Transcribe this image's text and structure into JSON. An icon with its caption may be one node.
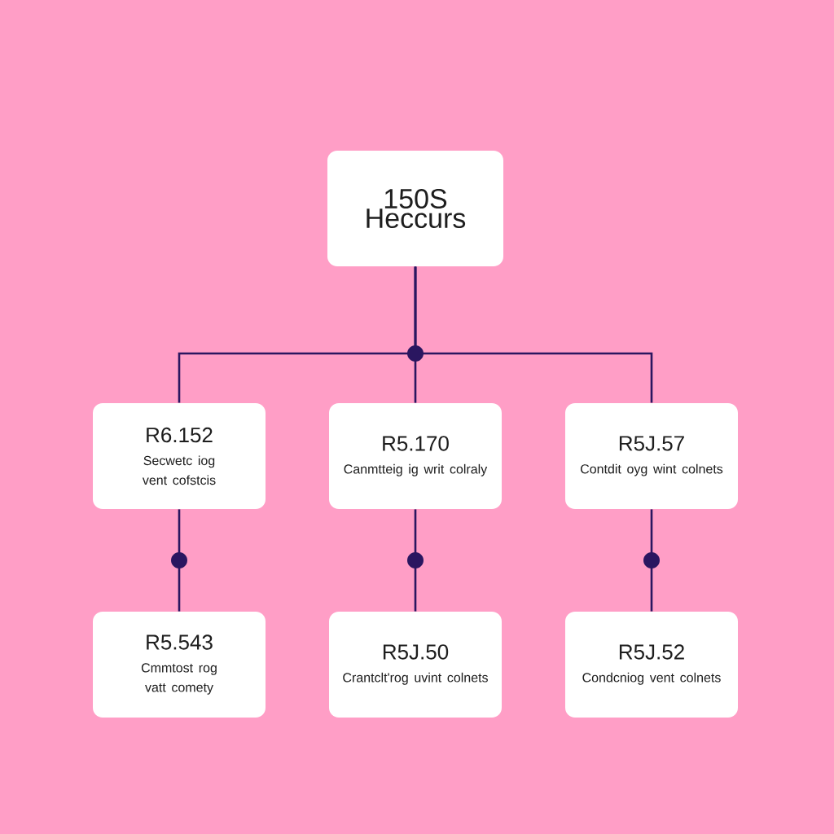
{
  "diagram": {
    "nodes": [
      {
        "text": [
          "150S Heccurs"
        ]
      },
      {
        "text": [
          "R6.152",
          "Secwetc iog vent cofstcis"
        ]
      },
      {
        "text": [
          "R5.170",
          "Canmtteig ig writ colraly"
        ]
      },
      {
        "text": [
          "R5J.57",
          "Contdit oyg wint colnets"
        ]
      },
      {
        "text": [
          "R5.543",
          "Cmmtost rog vatt comety"
        ]
      },
      {
        "text": [
          "R5J.50",
          "Crantclt'rog uvint colnets"
        ]
      },
      {
        "text": [
          "R5J.52",
          "Condcniog vent colnets"
        ]
      }
    ],
    "edges": [
      {
        "from": 0,
        "to": 1,
        "arrow": "none"
      },
      {
        "from": 0,
        "to": 2,
        "arrow": "none"
      },
      {
        "from": 0,
        "to": 3,
        "arrow": "none"
      },
      {
        "from": 1,
        "to": 4,
        "arrow": "none"
      },
      {
        "from": 2,
        "to": 5,
        "arrow": "none"
      },
      {
        "from": 3,
        "to": 6,
        "arrow": "none"
      }
    ]
  }
}
